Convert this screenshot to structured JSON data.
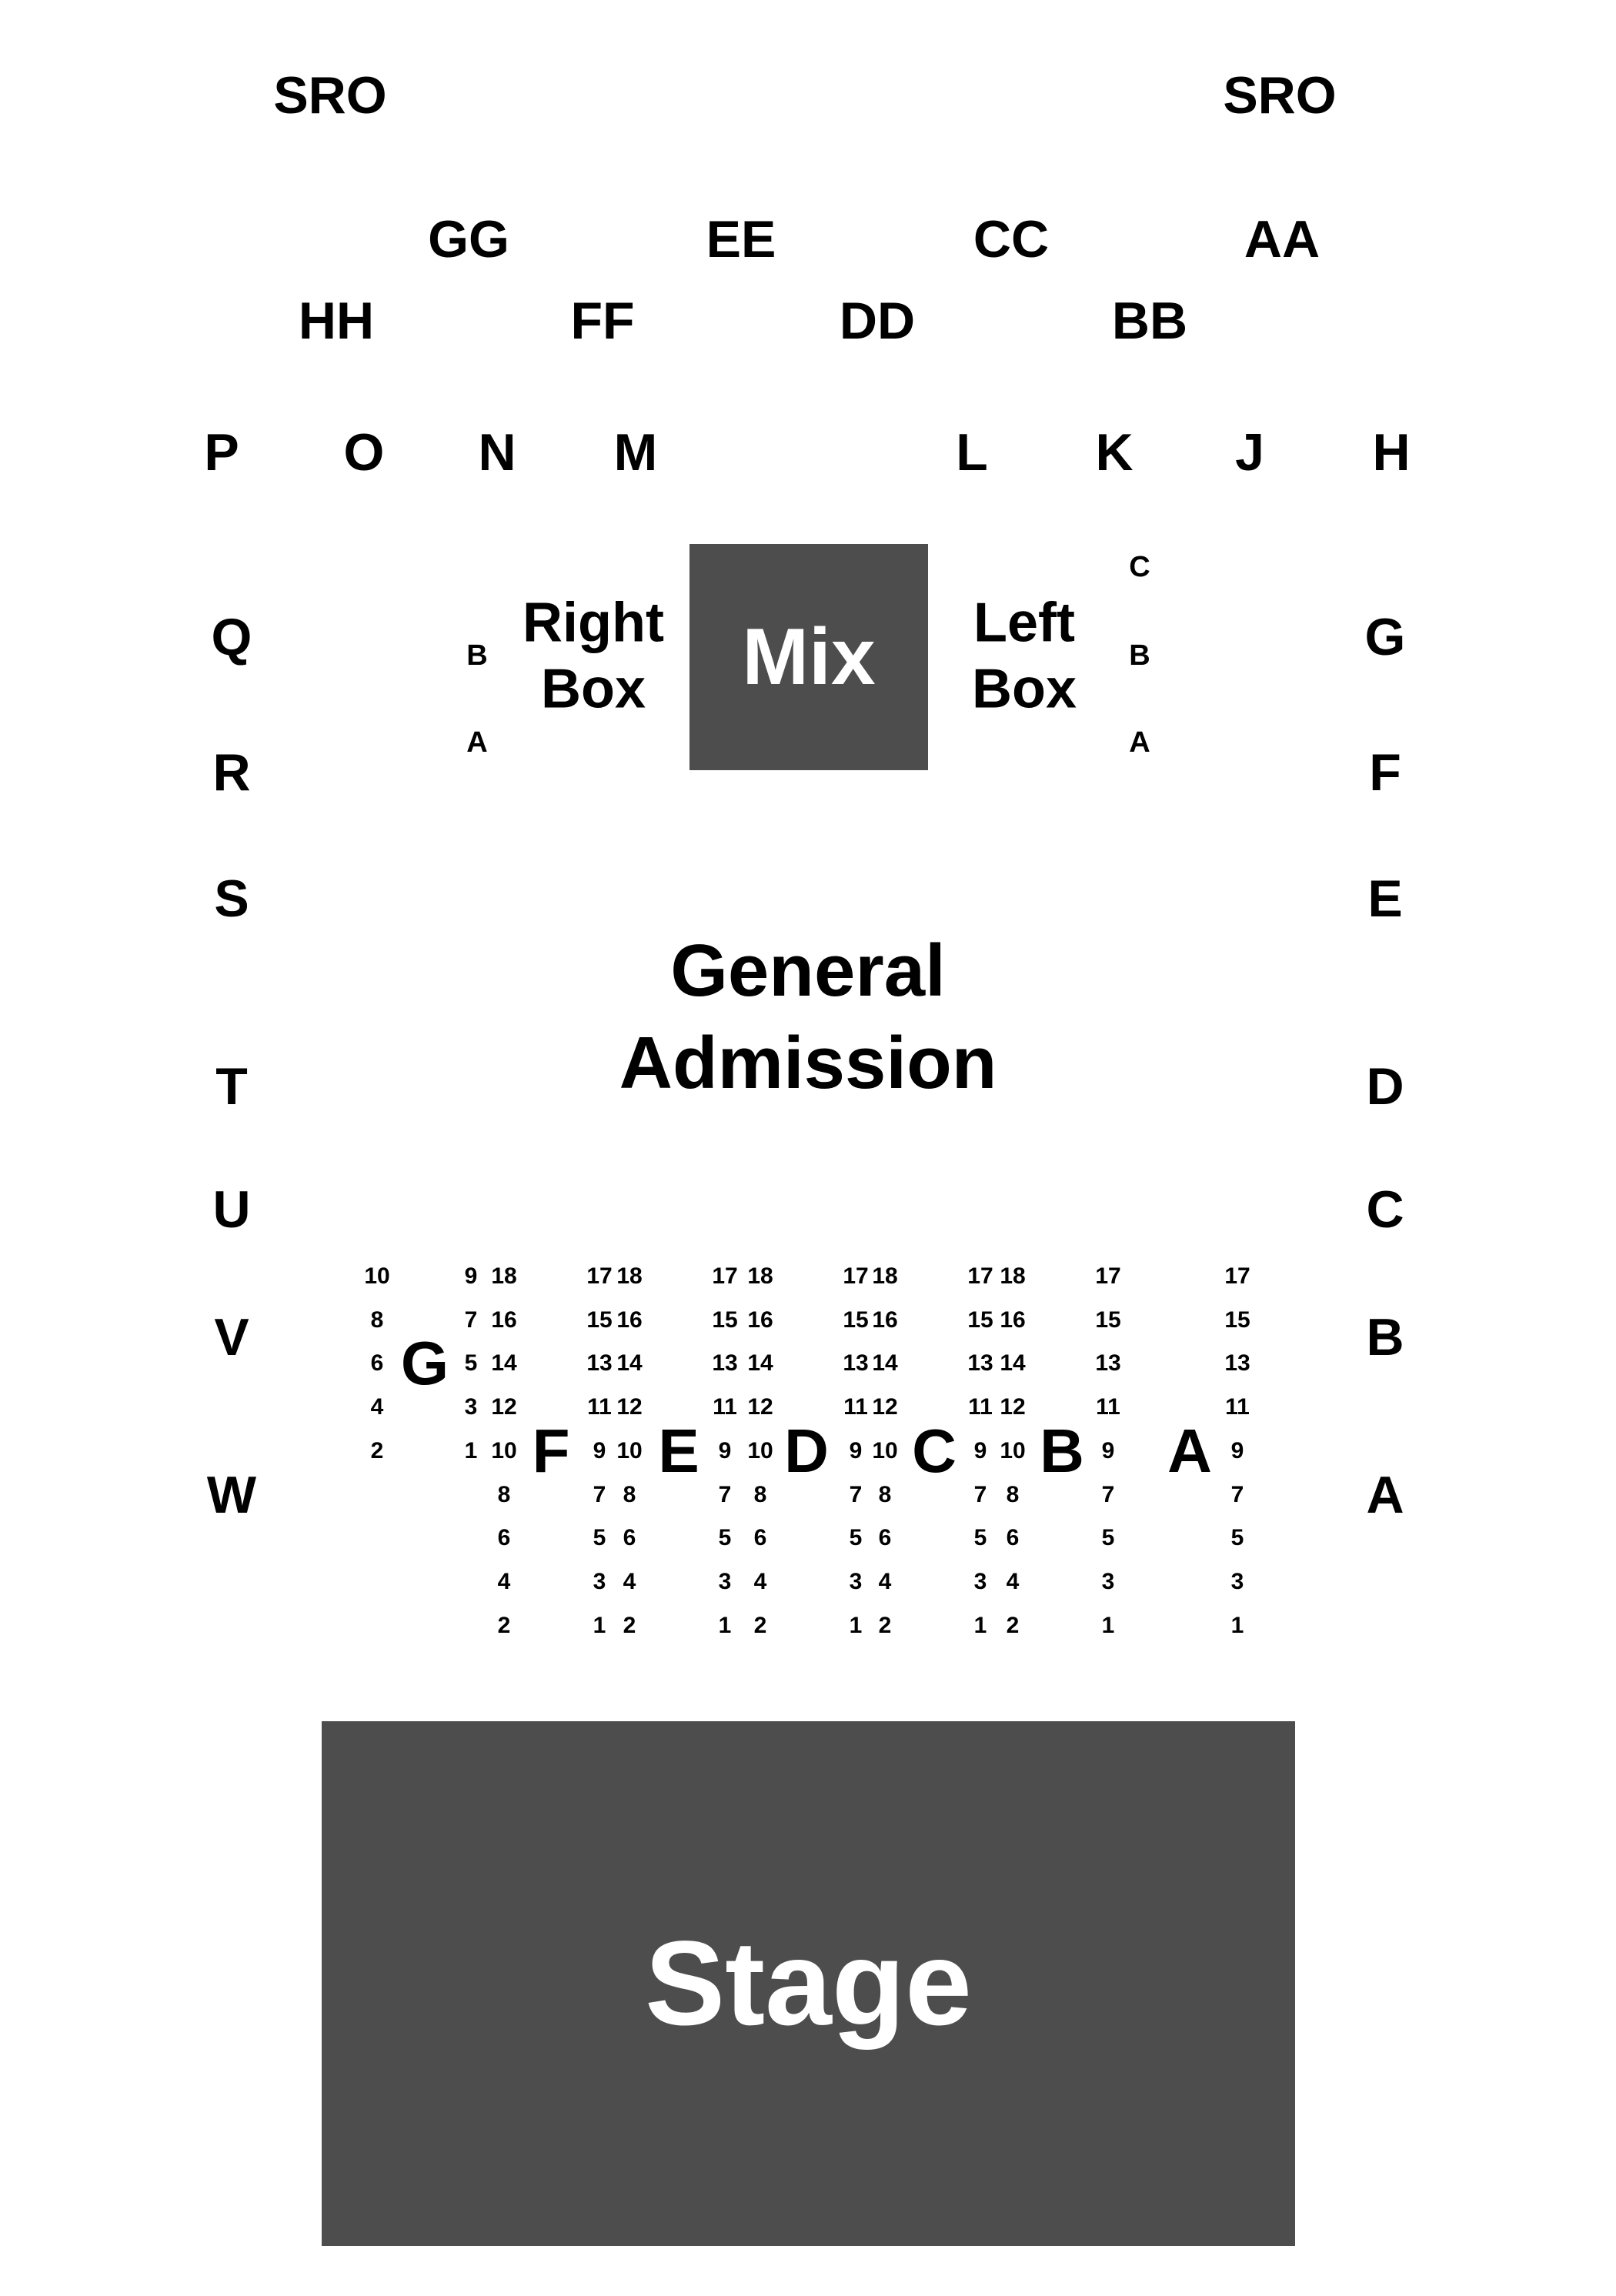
{
  "sro": [
    "SRO",
    "SRO"
  ],
  "upper_rows": [
    "GG",
    "EE",
    "CC",
    "AA",
    "HH",
    "FF",
    "DD",
    "BB"
  ],
  "side_rows": [
    "P",
    "O",
    "N",
    "M",
    "L",
    "K",
    "J",
    "H"
  ],
  "left_rows": [
    "Q",
    "R",
    "S",
    "T",
    "U",
    "V",
    "W"
  ],
  "right_rows": [
    "G",
    "F",
    "E",
    "D",
    "C",
    "B",
    "A"
  ],
  "right_box": {
    "label": "Right\nBox",
    "rows": [
      "B",
      "A"
    ]
  },
  "left_box": {
    "label": "Left\nBox",
    "rows": [
      "C",
      "B",
      "A"
    ]
  },
  "mix": {
    "label": "Mix"
  },
  "general_admission": {
    "label": "General\nAdmission"
  },
  "stage": {
    "label": "Stage"
  },
  "colors": {
    "block_fill": "#4d4d4d",
    "block_text": "#ffffff",
    "text": "#000000",
    "background": "#ffffff"
  },
  "floor_sections": [
    {
      "name": "G",
      "odd_seats": [
        "9",
        "7",
        "5",
        "3",
        "1"
      ],
      "even_seats": [
        "10",
        "8",
        "6",
        "4",
        "2"
      ]
    },
    {
      "name": "F",
      "odd_seats": [
        "17",
        "15",
        "13",
        "11",
        "9",
        "7",
        "5",
        "3",
        "1"
      ],
      "even_seats": [
        "18",
        "16",
        "14",
        "12",
        "10",
        "8",
        "6",
        "4",
        "2"
      ]
    },
    {
      "name": "E",
      "odd_seats": [
        "17",
        "15",
        "13",
        "11",
        "9",
        "7",
        "5",
        "3",
        "1"
      ],
      "even_seats": [
        "18",
        "16",
        "14",
        "12",
        "10",
        "8",
        "6",
        "4",
        "2"
      ]
    },
    {
      "name": "D",
      "odd_seats": [
        "17",
        "15",
        "13",
        "11",
        "9",
        "7",
        "5",
        "3",
        "1"
      ],
      "even_seats": [
        "18",
        "16",
        "14",
        "12",
        "10",
        "8",
        "6",
        "4",
        "2"
      ]
    },
    {
      "name": "C",
      "odd_seats": [
        "17",
        "15",
        "13",
        "11",
        "9",
        "7",
        "5",
        "3",
        "1"
      ],
      "even_seats": [
        "18",
        "16",
        "14",
        "12",
        "10",
        "8",
        "6",
        "4",
        "2"
      ]
    },
    {
      "name": "B",
      "odd_seats": [
        "17",
        "15",
        "13",
        "11",
        "9",
        "7",
        "5",
        "3",
        "1"
      ],
      "even_seats": [
        "18",
        "16",
        "14",
        "12",
        "10",
        "8",
        "6",
        "4",
        "2"
      ]
    },
    {
      "name": "A",
      "odd_seats": [
        "17",
        "15",
        "13",
        "11",
        "9",
        "7",
        "5",
        "3",
        "1"
      ],
      "even_seats": []
    }
  ]
}
